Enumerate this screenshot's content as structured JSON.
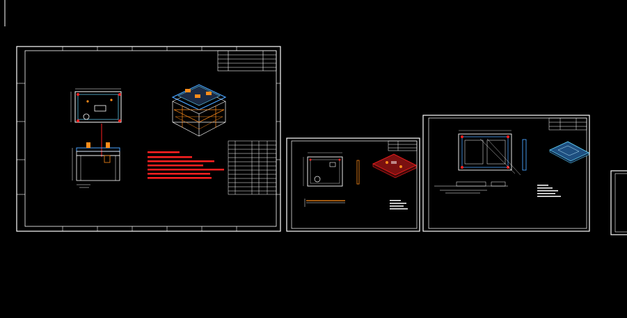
{
  "app": {
    "background": "#000000",
    "line_color": "#ffffff",
    "accent_red": "#ff2020",
    "accent_orange": "#ff8c1a",
    "accent_blue": "#4aa3ff",
    "accent_cyan": "#66d9ff"
  },
  "workspace": {
    "sheets": [
      {
        "id": "sheet-1"
      },
      {
        "id": "sheet-2"
      },
      {
        "id": "sheet-3"
      },
      {
        "id": "sheet-4"
      }
    ],
    "cursor": "crosshair-cursor-icon"
  }
}
